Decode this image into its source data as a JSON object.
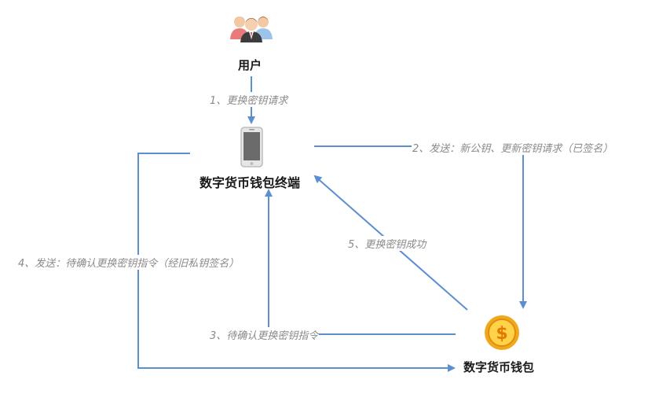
{
  "nodes": {
    "user": {
      "label": "用户",
      "icon": "users-group-icon"
    },
    "terminal": {
      "label": "数字货币钱包终端",
      "icon": "smartphone-icon"
    },
    "wallet": {
      "label": "数字货币钱包",
      "icon": "gold-coin-dollar-icon"
    }
  },
  "steps": [
    {
      "id": 1,
      "label": "1、更换密钥请求"
    },
    {
      "id": 2,
      "label": "2、发送：新公钥、更新密钥请求（已签名）"
    },
    {
      "id": 3,
      "label": "3、待确认更换密钥指令"
    },
    {
      "id": 4,
      "label": "4、发送：待确认更换密钥指令（经旧私钥签名）"
    },
    {
      "id": 5,
      "label": "5、更换密钥成功"
    }
  ],
  "colors": {
    "arrow": "#5b8fd0",
    "coin": "#f2a81d",
    "coin_inner": "#ffd24a"
  }
}
